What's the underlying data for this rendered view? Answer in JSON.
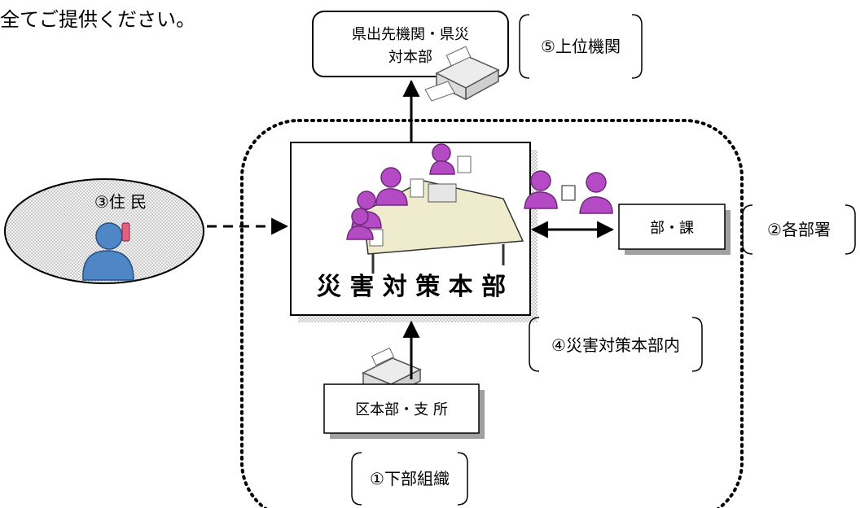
{
  "top_text": "全てご提供ください。",
  "nodes": {
    "upper_box": {
      "line1": "県出先機関・県災",
      "line2": "対本部"
    },
    "hq": {
      "label": "災 害 対 策 本 部"
    },
    "dept_box": {
      "label": "部・課"
    },
    "branch_box": {
      "label": "区本部・支 所"
    },
    "residents": {
      "label": "③住 民"
    }
  },
  "bracket_labels": {
    "upper_org": "⑤上位機関",
    "departments": "②各部署",
    "inside_hq": "④災害対策本部内",
    "lower_org": "①下部組織"
  },
  "colors": {
    "person_purple": "#b54bc4",
    "person_blue": "#4f86c6",
    "table": "#efeccd",
    "ellipse_fill": "#e3e3e3"
  }
}
